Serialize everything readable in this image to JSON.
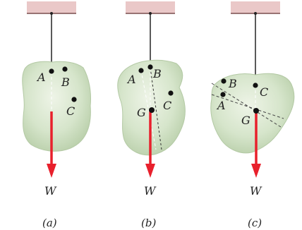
{
  "panels": [
    {
      "caption": "(a)",
      "points": {
        "a": "A",
        "b": "B",
        "c": "C"
      },
      "weight": "W"
    },
    {
      "caption": "(b)",
      "points": {
        "a": "A",
        "b": "B",
        "c": "C",
        "g": "G"
      },
      "weight": "W"
    },
    {
      "caption": "(c)",
      "points": {
        "a": "A",
        "b": "B",
        "c": "C",
        "g": "G"
      },
      "weight": "W"
    }
  ],
  "colors": {
    "body_fill": "#cfe0c3",
    "body_edge": "#b3c9a4",
    "support": "#eac8c8",
    "support_edge": "#a87a7a",
    "arrow": "#e8202c",
    "string": "#222222"
  }
}
